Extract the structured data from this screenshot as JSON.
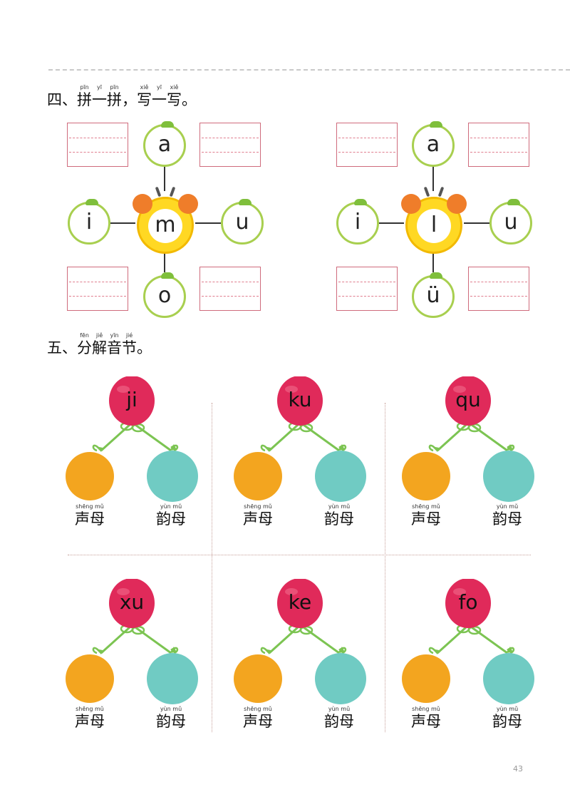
{
  "section4": {
    "number": "四、",
    "title": [
      {
        "py": "pīn",
        "hz": "拼"
      },
      {
        "py": "yī",
        "hz": "一"
      },
      {
        "py": "pīn",
        "hz": "拼"
      },
      {
        "py": "",
        "hz": "，"
      },
      {
        "py": "xiě",
        "hz": "写"
      },
      {
        "py": "yī",
        "hz": "一"
      },
      {
        "py": "xiě",
        "hz": "写"
      },
      {
        "py": "",
        "hz": "。"
      }
    ],
    "diagrams": [
      {
        "center": "m",
        "top": "a",
        "left": "i",
        "right": "u",
        "bottom": "o"
      },
      {
        "center": "l",
        "top": "a",
        "left": "i",
        "right": "u",
        "bottom": "ü"
      }
    ]
  },
  "section5": {
    "number": "五、",
    "title": [
      {
        "py": "fēn",
        "hz": "分"
      },
      {
        "py": "jiě",
        "hz": "解"
      },
      {
        "py": "yīn",
        "hz": "音"
      },
      {
        "py": "jié",
        "hz": "节"
      },
      {
        "py": "",
        "hz": "。"
      }
    ],
    "labels": {
      "initial_py": "shēng mǔ",
      "initial_hz": "声母",
      "final_py": "yùn mǔ",
      "final_hz": "韵母"
    },
    "syllables": [
      "ji",
      "ku",
      "qu",
      "xu",
      "ke",
      "fo"
    ]
  },
  "colors": {
    "syllable_balloon": "#e02a5a",
    "initial_balloon": "#f3a51f",
    "final_balloon": "#70cbc3",
    "string": "#7cc452",
    "writing_box": "#cf6b7c"
  },
  "page_number": "43"
}
